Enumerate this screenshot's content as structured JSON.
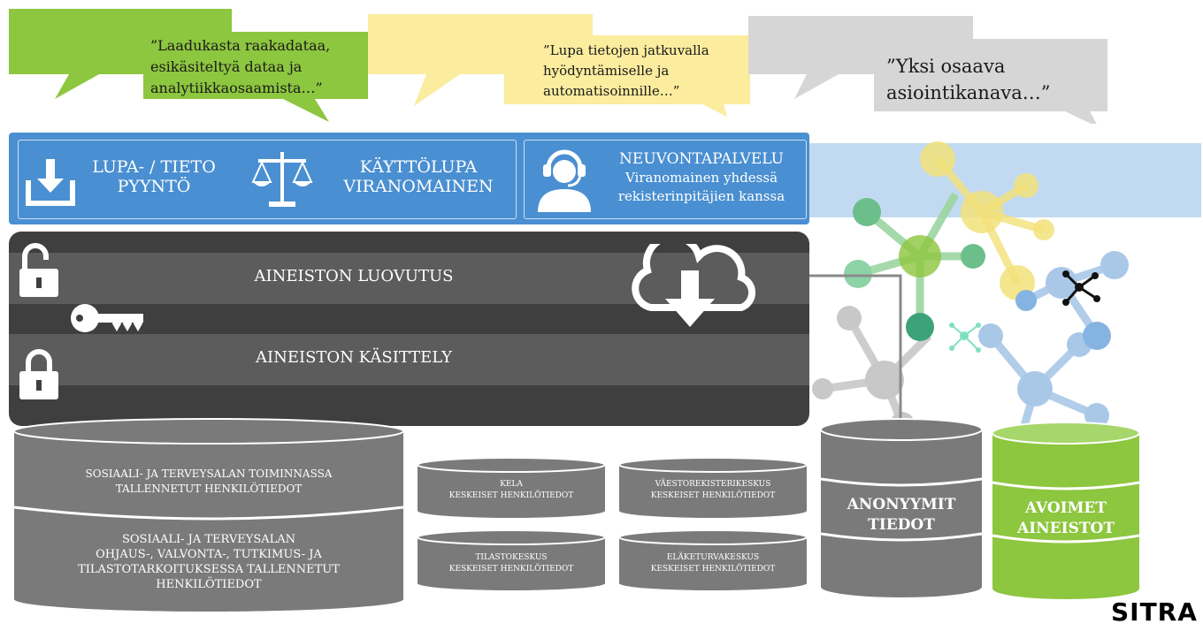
{
  "bubbles": {
    "green": {
      "lines": [
        "”Laadukasta raakadataa,",
        "esikäsiteltyä dataa ja",
        "analytiikkaosaamista…”"
      ],
      "color": "#8dc63f"
    },
    "yellow": {
      "lines": [
        "”Lupa tietojen jatkuvalla",
        "hyödyntämiselle ja",
        "automatisoinnille…”"
      ],
      "color": "#fbec9e"
    },
    "gray": {
      "lines": [
        "”Yksi osaava",
        "asiointikanava…”"
      ],
      "color": "#d6d6d6"
    }
  },
  "top_bar": {
    "request": {
      "line1": "LUPA- / TIETO",
      "line2": "PYYNTÖ",
      "icon": "download-icon"
    },
    "permit": {
      "line1": "KÄYTTÖLUPA",
      "line2": "VIRANOMAINEN",
      "icon": "scales-icon"
    },
    "advisory": {
      "title": "NEUVONTAPALVELU",
      "line1": "Viranomainen yhdessä",
      "line2": "rekisterinpitäjien kanssa",
      "icon": "headset-person-icon"
    },
    "color": "#4a8fd1"
  },
  "processing": {
    "release": "AINEISTON LUOVUTUS",
    "handling": "AINEISTON KÄSITTELY",
    "icons": [
      "unlocked-padlock-icon",
      "key-icon",
      "locked-padlock-icon",
      "cloud-download-icon"
    ]
  },
  "databases": {
    "social_health": {
      "top": [
        "SOSIAALI- JA TERVEYSALAN TOIMINNASSA",
        "TALLENNETUT HENKILÖTIEDOT"
      ],
      "bottom": [
        "SOSIAALI- JA TERVEYSALAN",
        "OHJAUS-, VALVONTA-, TUTKIMUS- JA",
        "TILASTOTARKOITUKSESSA TALLENNETUT",
        "HENKILÖTIEDOT"
      ]
    },
    "kela": [
      "KELA",
      "KESKEISET HENKILÖTIEDOT"
    ],
    "tilastokeskus": [
      "TILASTOKESKUS",
      "KESKEISET HENKILÖTIEDOT"
    ],
    "vaestorekisterikeskus": [
      "VÄESTOREKISTERIKESKUS",
      "KESKEISET HENKILÖTIEDOT"
    ],
    "elaketurvakeskus": [
      "ELÄKETURVAKESKUS",
      "KESKEISET HENKILÖTIEDOT"
    ],
    "anonymous": [
      "ANONYYMIT",
      "TIEDOT"
    ],
    "open": [
      "AVOIMET",
      "AINEISTOT"
    ]
  },
  "colors": {
    "dark_gray": "#5a5a5a",
    "db_gray": "#7a7a7a",
    "green": "#8dc63f",
    "blue": "#4a8fd1"
  },
  "logo": "SITRA"
}
